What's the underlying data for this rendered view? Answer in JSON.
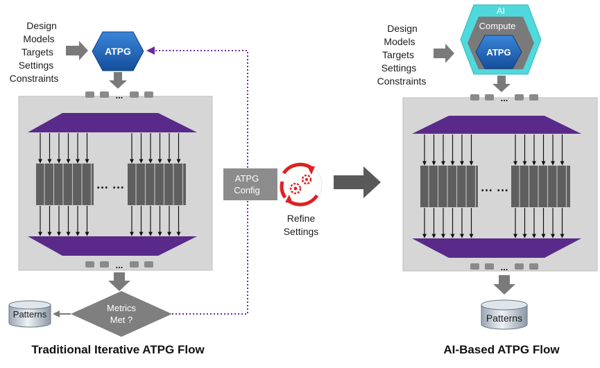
{
  "left": {
    "inputs": [
      "Design",
      "Models",
      "Targets",
      "Settings",
      "Constraints"
    ],
    "atpg_label": "ATPG",
    "dots": "...",
    "mid_dots": "… …",
    "decision_line1": "Metrics",
    "decision_line2": "Met ?",
    "patterns_label": "Patterns",
    "caption": "Traditional Iterative ATPG Flow"
  },
  "middle": {
    "config_line1": "ATPG",
    "config_line2": "Config",
    "refine_line1": "Refine",
    "refine_line2": "Settings"
  },
  "right": {
    "inputs": [
      "Design",
      "Models",
      "Targets",
      "Settings",
      "Constraints"
    ],
    "ai_label": "AI",
    "compute_label": "Compute",
    "atpg_label": "ATPG",
    "dots": "...",
    "mid_dots": "… …",
    "patterns_label": "Patterns",
    "caption": "AI-Based ATPG Flow"
  },
  "colors": {
    "atpg_blue": "#1f63b8",
    "purple": "#5a2a8a",
    "panel_gray": "#d6d6d6",
    "chain_gray": "#5f5f5f",
    "arrow_gray": "#7a7a7a",
    "loop_purple": "#6a2a9a",
    "teal": "#4fd9dc",
    "refine_red": "#e02020"
  }
}
